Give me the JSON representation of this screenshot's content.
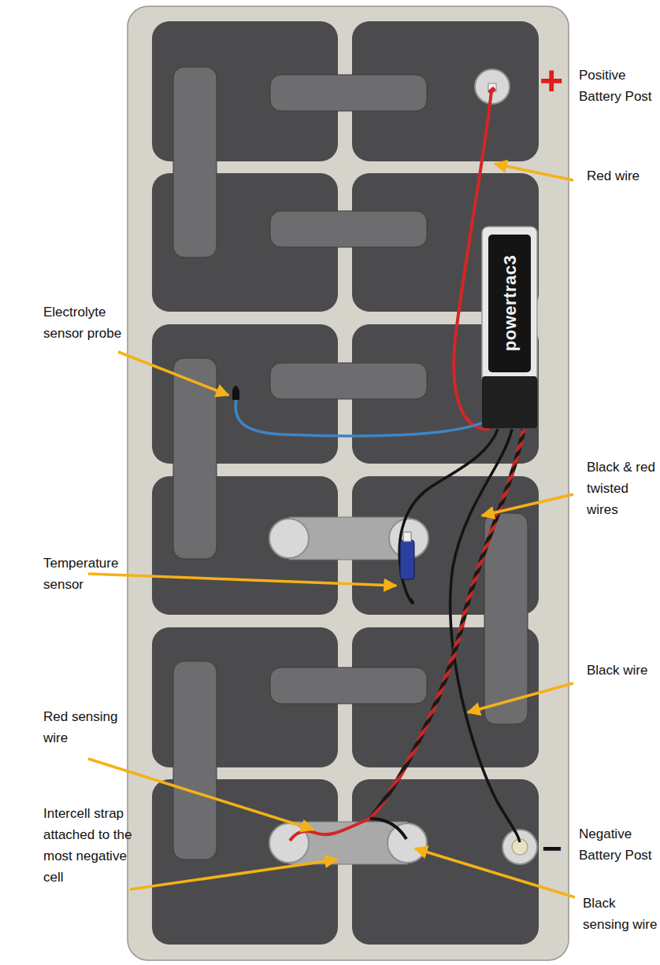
{
  "diagram": {
    "nodes": [
      {
        "text": [
          "powertrac3"
        ]
      }
    ],
    "labels": [
      "+",
      "Positive Battery Post",
      "Red wire",
      "Electrolyte sensor probe",
      "Black & red twisted wires",
      "Temperature sensor",
      "Black wire",
      "Red sensing wire",
      "Intercell strap attached to the most negative cell",
      "−",
      "Negative Battery Post",
      "Black sensing wire"
    ]
  }
}
